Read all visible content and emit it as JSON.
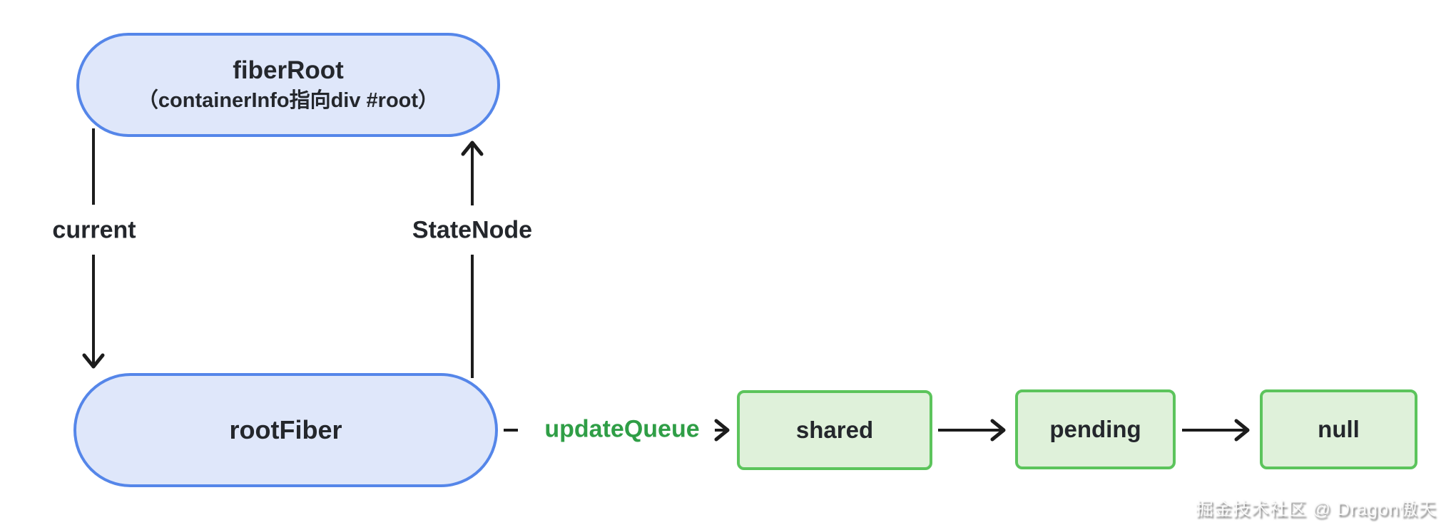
{
  "diagram": {
    "nodes": {
      "fiber_root": {
        "title": "fiberRoot",
        "subtitle": "（containerInfo指向div #root）"
      },
      "root_fiber": {
        "label": "rootFiber"
      },
      "shared": {
        "label": "shared"
      },
      "pending": {
        "label": "pending"
      },
      "nullbox": {
        "label": "null"
      }
    },
    "edges": {
      "current": {
        "label": "current"
      },
      "state_node": {
        "label": "StateNode"
      },
      "update_queue": {
        "label": "updateQueue"
      }
    },
    "colors": {
      "blue_node_fill": "#dfe7fa",
      "blue_node_border": "#5586e9",
      "green_node_fill": "#dff1da",
      "green_node_border": "#5cc45c",
      "green_edge_text": "#2f9e46",
      "node_text": "#24272c",
      "arrow": "#1c1c1c",
      "background": "#ffffff"
    },
    "watermark": "掘金技术社区 @ Dragon傲天"
  }
}
